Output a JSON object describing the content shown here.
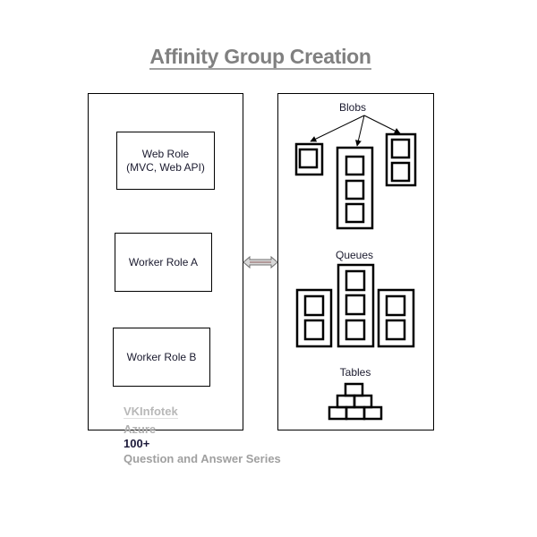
{
  "title": "Affinity Group Creation",
  "compute": {
    "roles": [
      {
        "label_line1": "Web Role",
        "label_line2": "(MVC, Web API)"
      },
      {
        "label_line1": "Worker Role A"
      },
      {
        "label_line1": "Worker Role B"
      }
    ]
  },
  "storage": {
    "blobs_label": "Blobs",
    "queues_label": "Queues",
    "tables_label": "Tables"
  },
  "watermark": {
    "line1": "VKInfotek",
    "line2": "Azure",
    "line3": "100+",
    "line4": "Question and Answer Series"
  },
  "colors": {
    "title": "#808080",
    "stroke": "#000000",
    "arrow_fill": "#d8d8d8",
    "arrow_line": "#8b5a5a"
  }
}
